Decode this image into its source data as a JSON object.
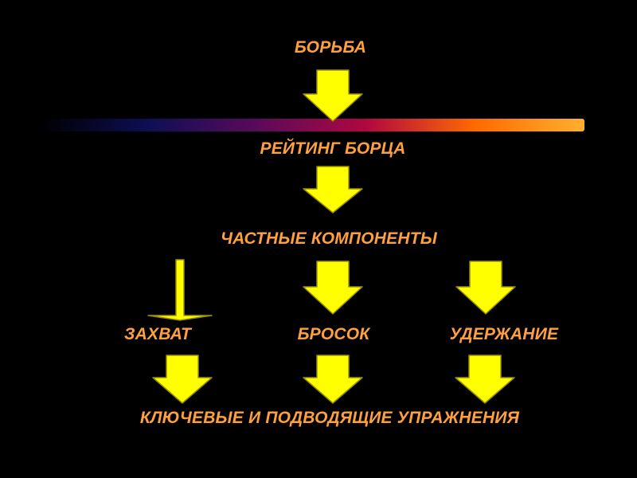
{
  "colors": {
    "background": "#000000",
    "text": "#ffa040",
    "arrow_fill": "#ffff00",
    "arrow_stroke": "#9a8f00",
    "bar_gradient": [
      "#000000",
      "#0e0e55",
      "#5a0a5a",
      "#b00840",
      "#ff6a00",
      "#ffb030"
    ]
  },
  "nodes": {
    "top": "БОРЬБА",
    "rating": "РЕЙТИНГ БОРЦА",
    "components": "ЧАСТНЫЕ КОМПОНЕНТЫ",
    "grip": "ЗАХВАТ",
    "throw": "БРОСОК",
    "hold": "УДЕРЖАНИЕ",
    "exercises": "КЛЮЧЕВЫЕ И ПОДВОДЯЩИЕ УПРАЖНЕНИЯ"
  },
  "icons": {
    "down_arrow": "arrow-down-icon",
    "thin_arrow": "thin-arrow-down-icon"
  }
}
